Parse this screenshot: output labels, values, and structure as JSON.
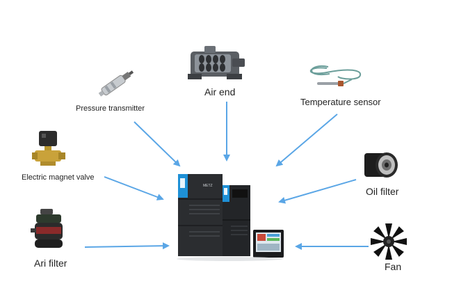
{
  "components": {
    "air_end": "Air end",
    "pressure_transmitter": "Pressure transmitter",
    "temperature_sensor": "Temperature sensor",
    "electric_magnet_valve": "Electric magnet valve",
    "oil_filter": "Oil filter",
    "air_filter": "Ari filter",
    "fan": "Fan"
  },
  "center": {
    "brand": "METZ"
  },
  "colors": {
    "arrow": "#5aa6e6",
    "cabinet": "#2b2d30",
    "accent": "#1e90d6"
  },
  "icons": [
    "air-end-icon",
    "pressure-transmitter-icon",
    "temperature-sensor-icon",
    "solenoid-valve-icon",
    "oil-filter-icon",
    "air-filter-icon",
    "fan-icon",
    "drive-cabinet-icon",
    "touch-panel-icon"
  ]
}
